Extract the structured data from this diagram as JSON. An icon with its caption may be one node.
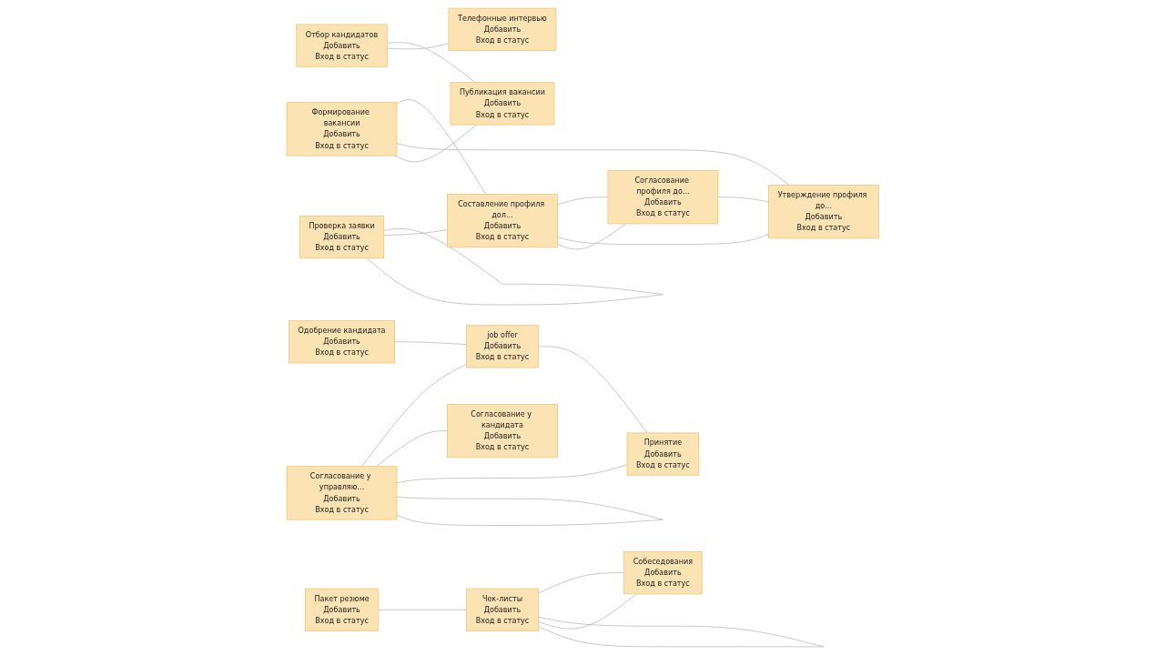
{
  "diagram": {
    "nodes": [
      {
        "text": [
          "Проверка заявки",
          "Добавить",
          "Вход в статус"
        ]
      },
      {
        "text": [
          "Составление профиля дол...",
          "Добавить",
          "Вход в статус"
        ]
      },
      {
        "text": [
          "Согласование профиля до...",
          "Добавить",
          "Вход в статус"
        ]
      },
      {
        "text": [
          "Утверждение профиля до...",
          "Добавить",
          "Вход в статус"
        ]
      },
      {
        "text": [
          "Формирование вакансии",
          "Добавить",
          "Вход в статус"
        ]
      },
      {
        "text": [
          "Публикация вакансии",
          "Добавить",
          "Вход в статус"
        ]
      },
      {
        "text": [
          "Отбор кандидатов",
          "Добавить",
          "Вход в статус"
        ]
      },
      {
        "text": [
          "Телефонные интервью",
          "Добавить",
          "Вход в статус"
        ]
      },
      {
        "text": [
          "Пакет резюме",
          "Добавить",
          "Вход в статус"
        ]
      },
      {
        "text": [
          "Чек-листы",
          "Добавить",
          "Вход в статус"
        ]
      },
      {
        "text": [
          "Собеседования",
          "Добавить",
          "Вход в статус"
        ]
      },
      {
        "text": [
          "job offer",
          "Добавить",
          "Вход в статус"
        ]
      },
      {
        "text": [
          "Согласование у управляю...",
          "Добавить",
          "Вход в статус"
        ]
      },
      {
        "text": [
          "Принятие",
          "Добавить",
          "Вход в статус"
        ]
      },
      {
        "text": [
          "Одобрение кандидата",
          "Добавить",
          "Вход в статус"
        ]
      },
      {
        "text": [
          "Согласование у кандидата",
          "Добавить",
          "Вход в статус"
        ]
      }
    ],
    "edges": [
      {
        "from": 0,
        "to": 0,
        "arrow": "none"
      },
      {
        "from": 0,
        "to": 1,
        "arrow": "none"
      },
      {
        "from": 2,
        "to": 1,
        "arrow": "none"
      },
      {
        "from": 2,
        "to": 3,
        "arrow": "none"
      },
      {
        "from": 1,
        "to": 2,
        "arrow": "none"
      },
      {
        "from": 1,
        "to": 3,
        "arrow": "none"
      },
      {
        "from": 4,
        "to": 1,
        "arrow": "none"
      },
      {
        "from": 4,
        "to": 3,
        "arrow": "none"
      },
      {
        "from": 4,
        "to": 5,
        "arrow": "none"
      },
      {
        "from": 6,
        "to": 5,
        "arrow": "none"
      },
      {
        "from": 6,
        "to": 7,
        "arrow": "none"
      },
      {
        "from": 8,
        "to": 9,
        "arrow": "none"
      },
      {
        "from": 10,
        "to": 9,
        "arrow": "none"
      },
      {
        "from": 9,
        "to": 10,
        "arrow": "none"
      },
      {
        "from": 9,
        "to": 9,
        "arrow": "none"
      },
      {
        "from": 12,
        "to": 11,
        "arrow": "none"
      },
      {
        "from": 14,
        "to": 11,
        "arrow": "none"
      },
      {
        "from": 12,
        "to": 15,
        "arrow": "none"
      },
      {
        "from": 12,
        "to": 13,
        "arrow": "none"
      },
      {
        "from": 11,
        "to": 13,
        "arrow": "none"
      },
      {
        "from": 12,
        "to": 12,
        "arrow": "none"
      }
    ]
  }
}
